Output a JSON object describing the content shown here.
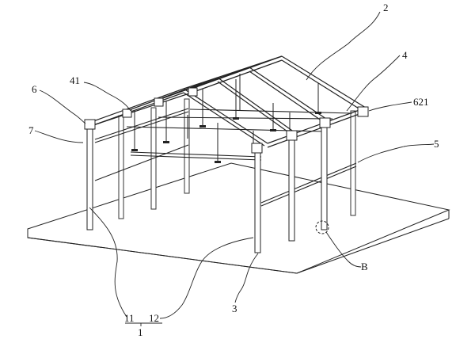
{
  "figure": {
    "labels": {
      "l2": "2",
      "l4": "4",
      "l41": "41",
      "l6": "6",
      "l621": "621",
      "l7": "7",
      "l5": "5",
      "lB": "B",
      "l3": "3",
      "l11": "11",
      "l12": "12",
      "l1": "1"
    }
  }
}
